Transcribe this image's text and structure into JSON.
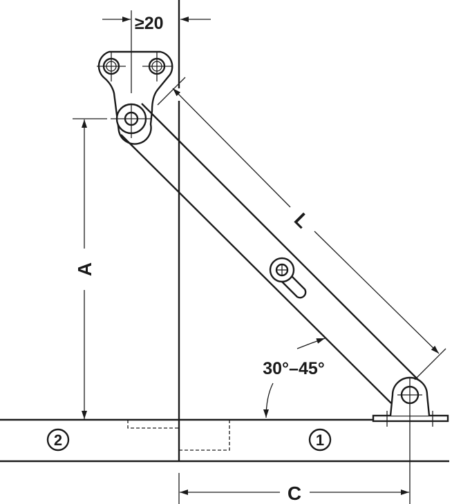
{
  "diagram": {
    "labels": {
      "min_offset": "≥20",
      "length": "L",
      "height": "A",
      "horizontal": "C",
      "angle_range": "30°–45°",
      "part_1": "1",
      "part_2": "2"
    },
    "colors": {
      "line": "#1a1a1a",
      "background": "#ffffff"
    }
  }
}
